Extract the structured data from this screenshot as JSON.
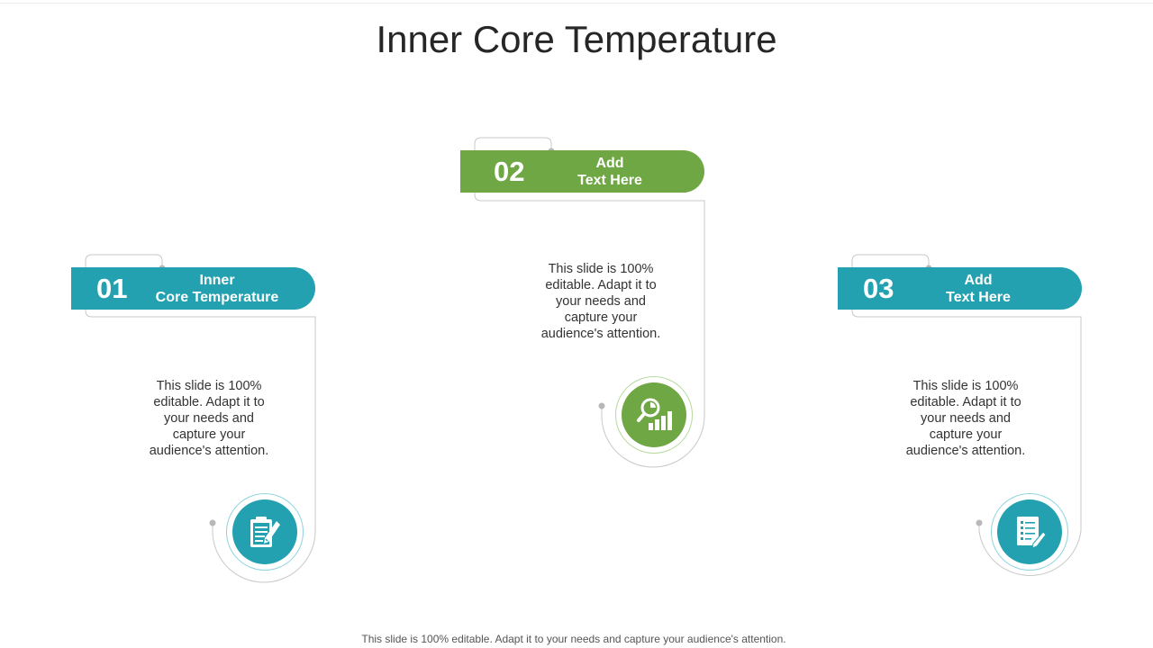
{
  "slide": {
    "title": "Inner Core Temperature",
    "footer": "This slide is 100% editable. Adapt it to your needs and capture your audience's attention."
  },
  "colors": {
    "teal": "#24A1B0",
    "green": "#6FA744",
    "connector": "#c8c8c8",
    "dot": "#b0b0b0"
  },
  "steps": [
    {
      "number": "01",
      "label_line1": "Inner",
      "label_line2": "Core Temperature",
      "description_lines": [
        "This slide is 100%",
        "editable. Adapt it to",
        "your needs and",
        "capture your",
        "audience's attention."
      ],
      "icon": "clipboard-pencil-icon",
      "color": "teal"
    },
    {
      "number": "02",
      "label_line1": "Add",
      "label_line2": "Text Here",
      "description_lines": [
        "This slide is 100%",
        "editable. Adapt it to",
        "your needs and",
        "capture your",
        "audience's attention."
      ],
      "icon": "magnifier-chart-icon",
      "color": "green"
    },
    {
      "number": "03",
      "label_line1": "Add",
      "label_line2": "Text Here",
      "description_lines": [
        "This slide is 100%",
        "editable. Adapt it to",
        "your needs and",
        "capture your",
        "audience's attention."
      ],
      "icon": "document-pencil-icon",
      "color": "teal"
    }
  ]
}
